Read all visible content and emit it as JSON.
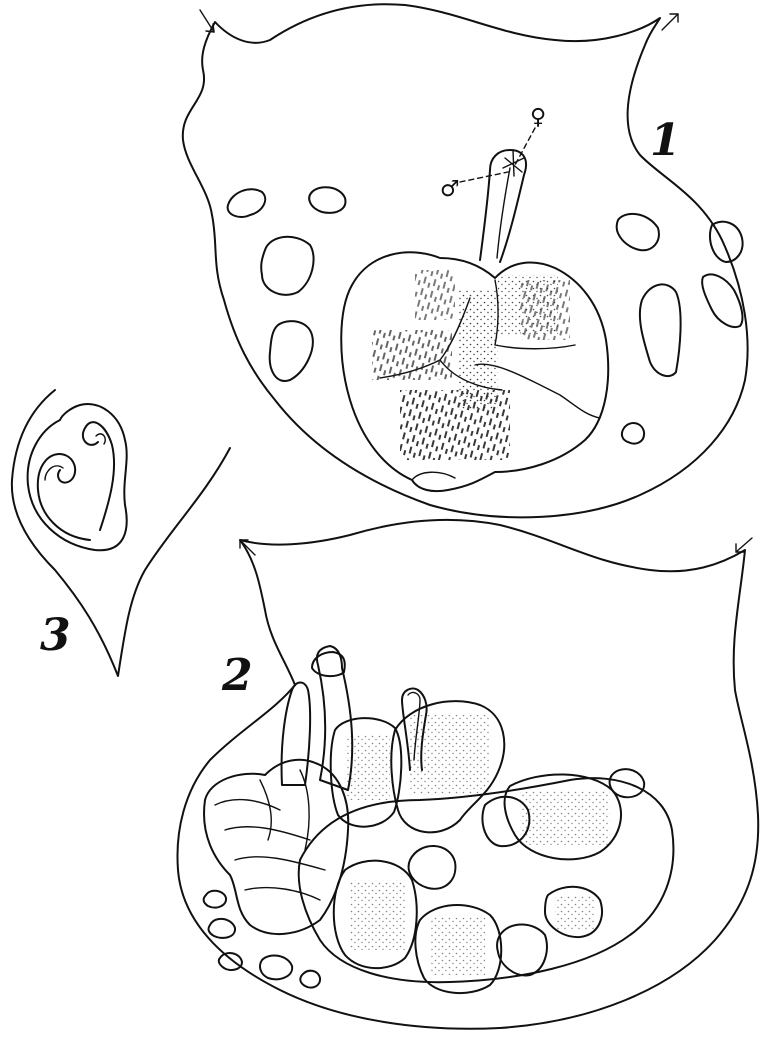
{
  "figures": [
    {
      "label": "1",
      "subject": "body-outline-with-gonad"
    },
    {
      "label": "2",
      "subject": "body-outline-with-organs"
    },
    {
      "label": "3",
      "subject": "coiled-tube-in-sac"
    }
  ],
  "symbols": {
    "female": "♀",
    "male": "♂"
  },
  "ink_color": "#111111",
  "stipple_color": "#222222",
  "paper_color": "#ffffff"
}
